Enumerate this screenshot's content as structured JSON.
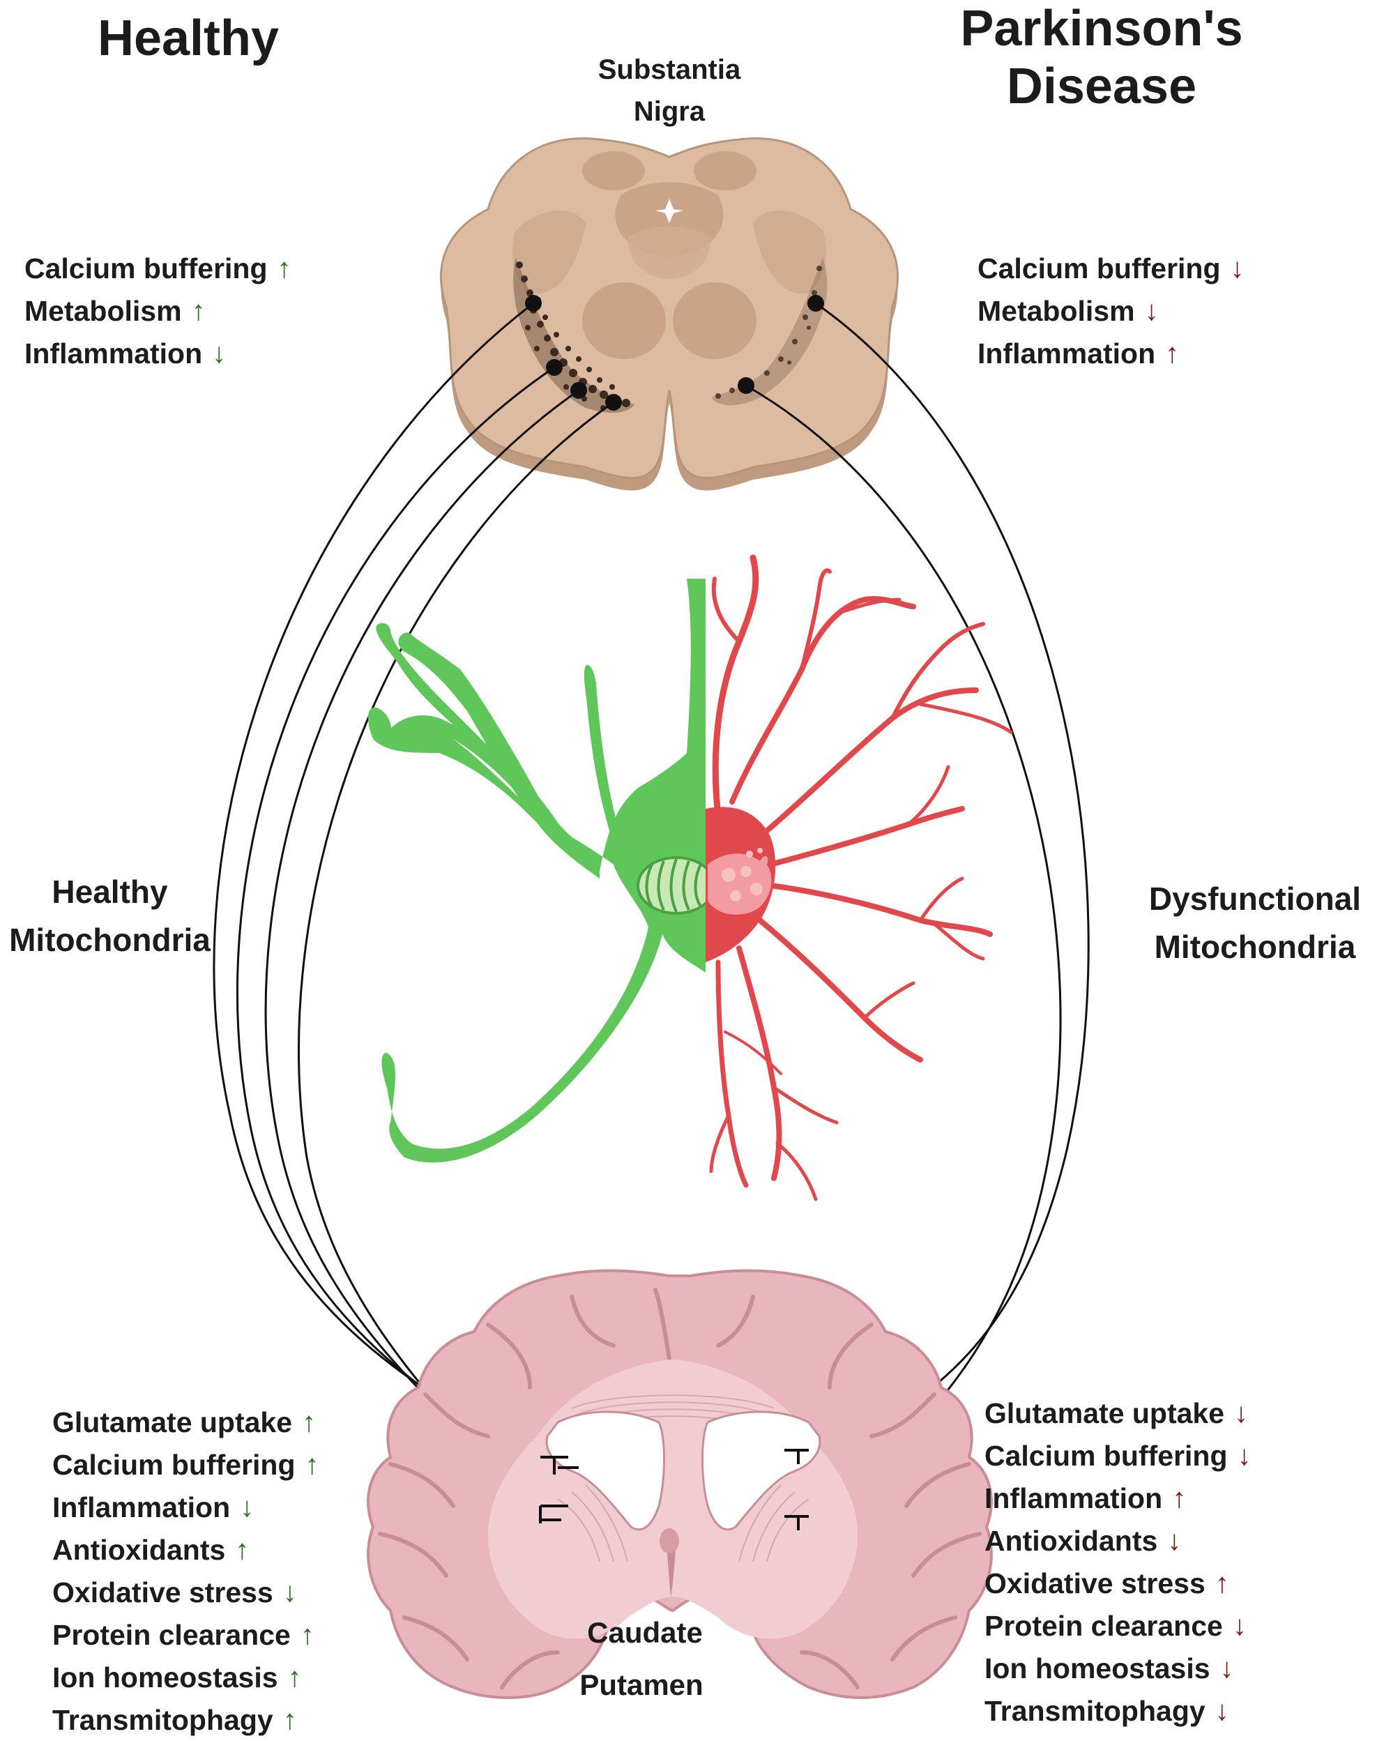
{
  "titles": {
    "healthy": "Healthy",
    "parkinsons_line1": "Parkinson's",
    "parkinsons_line2": "Disease",
    "substantia_line1": "Substantia",
    "substantia_line2": "Nigra"
  },
  "labels": {
    "healthy_mito_line1": "Healthy",
    "healthy_mito_line2": "Mitochondria",
    "dys_mito_line1": "Dysfunctional",
    "dys_mito_line2": "Mitochondria",
    "caudate": "Caudate",
    "putamen": "Putamen"
  },
  "colors": {
    "up_green": "#2d6e1e",
    "down_red": "#7a1a1a",
    "neuron_green": "#5fc65a",
    "neuron_red": "#e0484c",
    "midbrain": "#d9b89d",
    "brain": "#e8b6bc"
  },
  "healthy_neuron_list": [
    {
      "label": "Calcium buffering",
      "arrow": "↑"
    },
    {
      "label": "Metabolism",
      "arrow": "↑"
    },
    {
      "label": "Inflammation",
      "arrow": "↓"
    }
  ],
  "pd_neuron_list": [
    {
      "label": "Calcium buffering",
      "arrow": "↓"
    },
    {
      "label": "Metabolism",
      "arrow": "↓"
    },
    {
      "label": "Inflammation",
      "arrow": "↑"
    }
  ],
  "healthy_astro_list": [
    {
      "label": "Glutamate uptake",
      "arrow": "↑"
    },
    {
      "label": "Calcium buffering",
      "arrow": "↑"
    },
    {
      "label": "Inflammation",
      "arrow": "↓"
    },
    {
      "label": "Antioxidants",
      "arrow": "↑"
    },
    {
      "label": "Oxidative stress",
      "arrow": "↓"
    },
    {
      "label": "Protein clearance",
      "arrow": "↑"
    },
    {
      "label": "Ion homeostasis",
      "arrow": "↑"
    },
    {
      "label": "Transmitophagy",
      "arrow": "↑"
    }
  ],
  "pd_astro_list": [
    {
      "label": "Glutamate uptake",
      "arrow": "↓"
    },
    {
      "label": "Calcium buffering",
      "arrow": "↓"
    },
    {
      "label": "Inflammation",
      "arrow": "↑"
    },
    {
      "label": "Antioxidants",
      "arrow": "↓"
    },
    {
      "label": "Oxidative stress",
      "arrow": "↑"
    },
    {
      "label": "Protein clearance",
      "arrow": "↓"
    },
    {
      "label": "Ion homeostasis",
      "arrow": "↓"
    },
    {
      "label": "Transmitophagy",
      "arrow": "↓"
    }
  ]
}
